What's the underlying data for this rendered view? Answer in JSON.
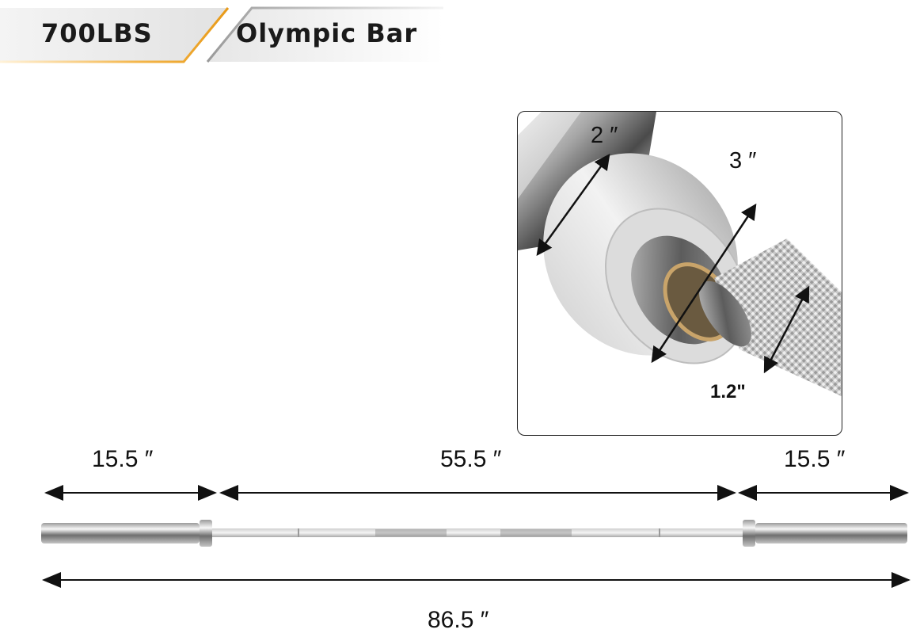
{
  "banner": {
    "capacity": "700LBS",
    "product": "Olympic Bar",
    "accent_color": "#f0a020"
  },
  "inset": {
    "shaft_diameter": "2 ″",
    "collar_diameter": "3 ″",
    "grip_diameter": "1.2\""
  },
  "dimensions": {
    "left_sleeve": "15.5 ″",
    "grip_section": "55.5 ″",
    "right_sleeve": "15.5 ″",
    "total_length": "86.5 ″"
  }
}
